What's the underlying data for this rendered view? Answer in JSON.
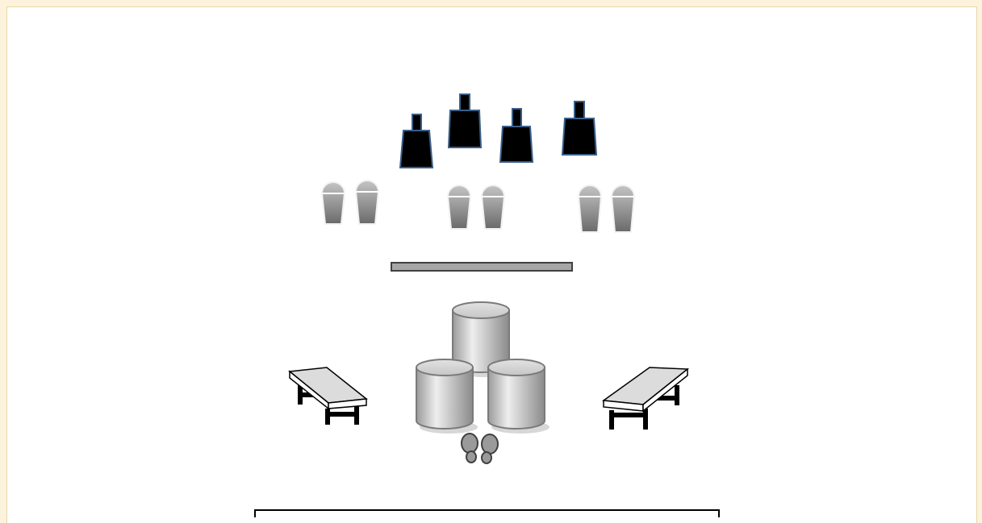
{
  "colors": {
    "page_background": "#fdf3dc",
    "frame_background": "#ffffff",
    "frame_border": "#e8d7a6",
    "target_fill": "#000000",
    "target_outline": "#3a5f8a",
    "cone_top": "#b8b8b8",
    "cone_bottom": "#6e6e6e",
    "barrier_fill": "#a6a6a6",
    "barrier_outline": "#404040",
    "barrel_light": "#e6e6e6",
    "barrel_dark": "#8c8c8c",
    "bench_top": "#dcdcdc",
    "bench_legs": "#000000",
    "footprint_fill": "#9a9a9a"
  },
  "diagram": {
    "steel_target_count": 4,
    "cone_count": 6,
    "barrel_count": 3,
    "bench_count": 2,
    "footprint_count": 2,
    "description_box_text": ""
  }
}
